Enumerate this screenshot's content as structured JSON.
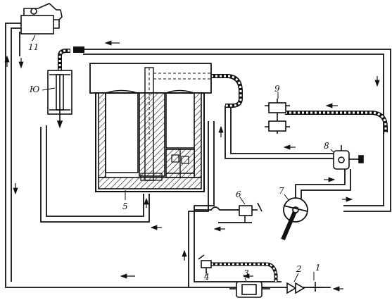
{
  "diagram": {
    "labels": {
      "l1": "1",
      "l2": "2",
      "l3": "3",
      "l4": "4",
      "l5": "5",
      "l6": "6",
      "l7": "7",
      "l8": "8",
      "l9": "9",
      "l10": "Ю",
      "l11": "11"
    }
  }
}
